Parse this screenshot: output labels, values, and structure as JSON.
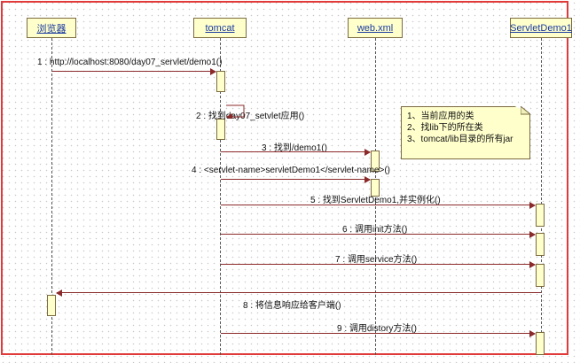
{
  "actors": [
    {
      "label": "浏览器"
    },
    {
      "label": "tomcat"
    },
    {
      "label": "web.xml"
    },
    {
      "label": "ServletDemo1"
    }
  ],
  "messages": [
    {
      "text": "1 : http://localhost:8080/day07_servlet/demo1()"
    },
    {
      "text": "2 : 找到day07_setvlet应用()"
    },
    {
      "text": "3 : 找到/demo1()"
    },
    {
      "text": "4 : <servlet-name>servletDemo1</servlet-name>()"
    },
    {
      "text": "5 : 找到ServletDemo1,并实例化()"
    },
    {
      "text": "6 : 调用init方法()"
    },
    {
      "text": "7 : 调用service方法()"
    },
    {
      "text": "8 : 将信息响应给客户端()"
    },
    {
      "text": "9 : 调用distory方法()"
    }
  ],
  "note": {
    "lines": [
      "1、当前应用的类",
      "2、找lib下的所在类",
      "3、tomcat/lib目录的所有jar"
    ]
  },
  "colors": {
    "frame": "#e03a3a",
    "box_fill": "#ffffcc",
    "arrow": "#8b2a2a",
    "actor_text": "#1a3aa0"
  }
}
